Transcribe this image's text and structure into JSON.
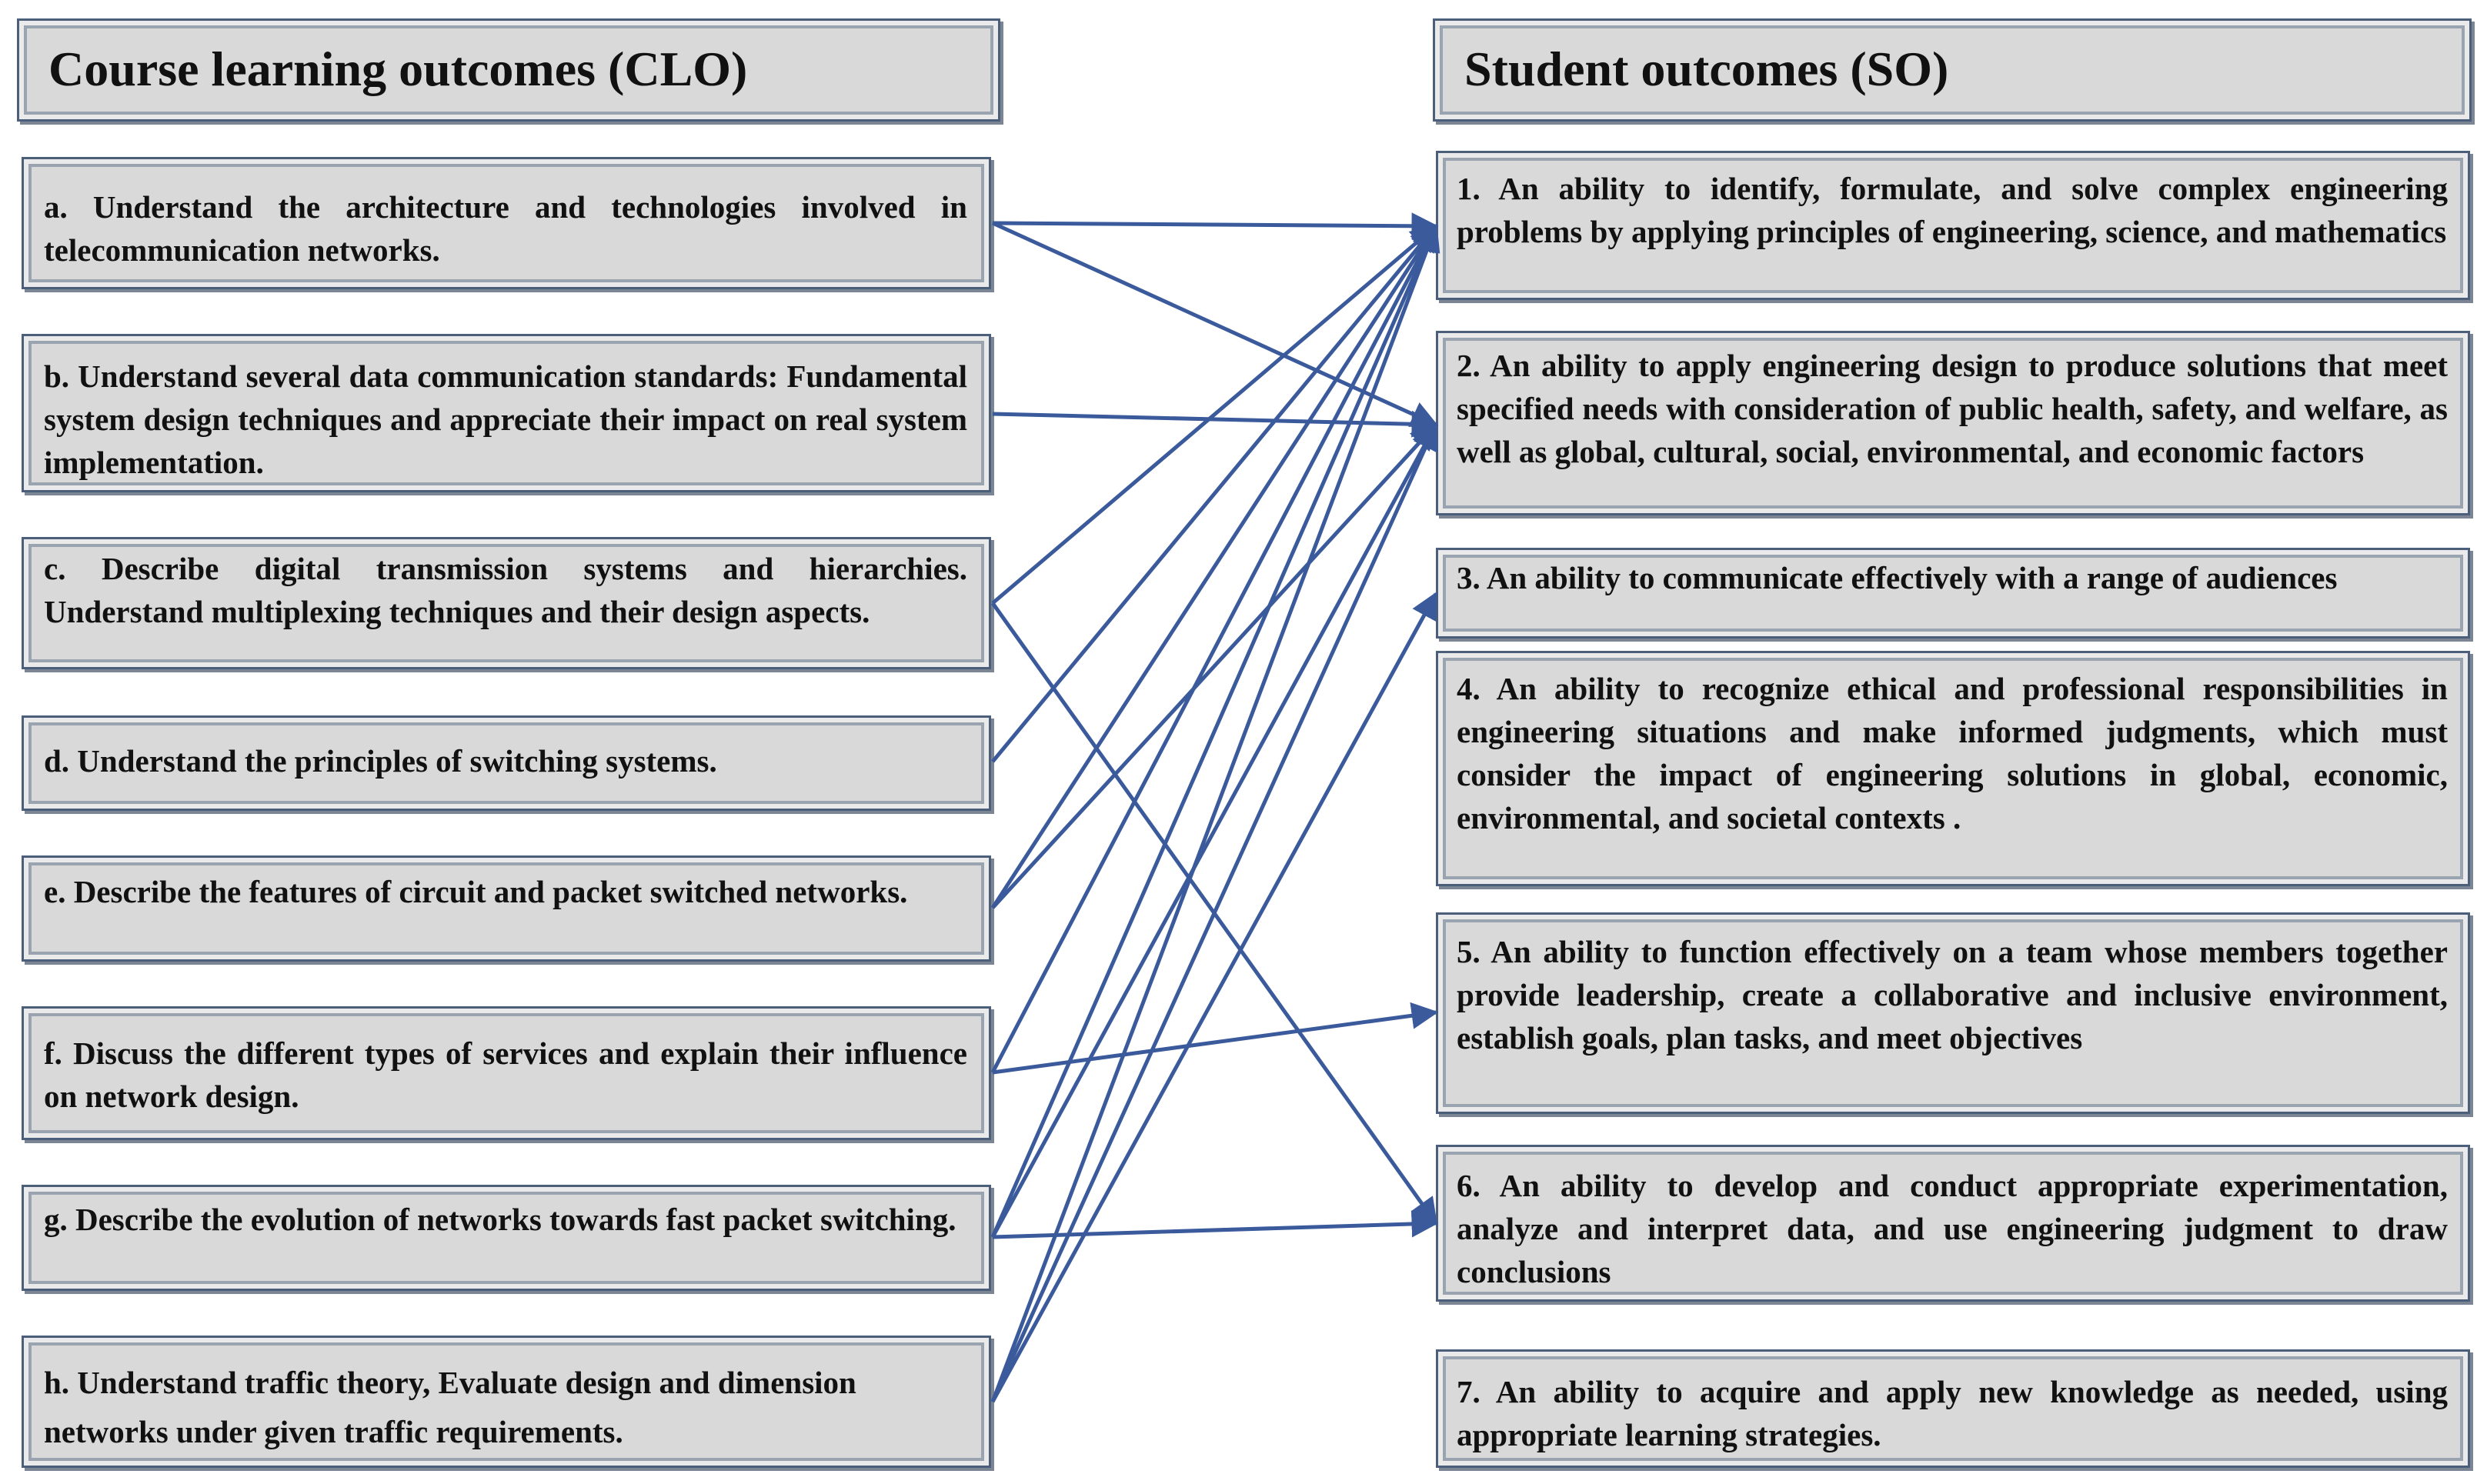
{
  "clo_header": "Course learning outcomes (CLO)",
  "so_header": "Student outcomes (SO)",
  "clo_items": [
    "a. Understand the architecture and technologies involved in telecommunication networks.",
    "b. Understand several data communication standards: Fundamental system design techniques and appreciate their impact on real system implementation.",
    "c. Describe digital transmission systems and hierarchies. Understand multiplexing techniques and their design aspects.",
    "d. Understand the principles of switching systems.",
    "e. Describe the features of circuit and packet switched networks.",
    "f. Discuss the different types of services and explain their influence on network design.",
    "g. Describe the evolution of networks towards fast packet switching.",
    "h. Understand traffic theory, Evaluate design and dimension networks under given traffic requirements."
  ],
  "so_items": [
    "1. An ability to identify, formulate, and solve complex engineering problems by applying principles of engineering, science, and mathematics",
    "2. An ability to apply engineering design to produce solutions that meet specified needs with consideration of public health, safety, and welfare, as well as global, cultural, social, environmental, and economic factors",
    "3. An ability to communicate effectively with a range of audiences",
    "4. An ability to recognize ethical and professional responsibilities in engineering situations and make informed judgments, which must consider the impact of engineering solutions in global, economic, environmental, and societal contexts .",
    "5. An ability to function effectively on a team whose members together provide leadership, create a collaborative and inclusive environment, establish goals, plan tasks, and meet objectives",
    "6. An ability to develop and conduct appropriate experimentation, analyze and interpret data, and use engineering judgment to draw conclusions",
    "7. An ability to acquire and apply new knowledge as needed, using appropriate learning strategies."
  ],
  "mappings": [
    {
      "from": "a",
      "to": "1"
    },
    {
      "from": "a",
      "to": "2"
    },
    {
      "from": "b",
      "to": "2"
    },
    {
      "from": "c",
      "to": "1"
    },
    {
      "from": "c",
      "to": "6"
    },
    {
      "from": "d",
      "to": "1"
    },
    {
      "from": "e",
      "to": "1"
    },
    {
      "from": "f",
      "to": "1"
    },
    {
      "from": "f",
      "to": "5"
    },
    {
      "from": "g",
      "to": "1"
    },
    {
      "from": "g",
      "to": "6"
    },
    {
      "from": "h",
      "to": "1"
    },
    {
      "from": "h",
      "to": "2"
    },
    {
      "from": "h",
      "to": "3"
    },
    {
      "from": "e",
      "to": "2"
    },
    {
      "from": "g",
      "to": "2"
    }
  ],
  "colors": {
    "box_fill": "#d9d9d9",
    "box_border": "#4b5f7a",
    "arrow": "#3a5a9c"
  }
}
